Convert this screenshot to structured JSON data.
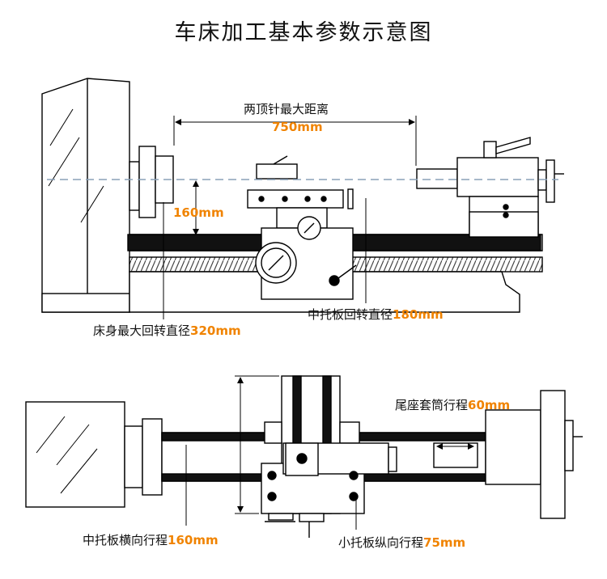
{
  "title": "车床加工基本参数示意图",
  "accent_color": "#f08300",
  "top_view": {
    "center_distance": {
      "label": "两顶针最大距离",
      "value": "750mm"
    },
    "center_height": {
      "value": "160mm"
    },
    "carriage_swing": {
      "label": "中托板回转直径",
      "value": "180mm"
    },
    "bed_swing": {
      "label": "床身最大回转直径",
      "value": "320mm"
    }
  },
  "bottom_view": {
    "tailstock_quill_travel": {
      "label": "尾座套筒行程",
      "value": "60mm"
    },
    "cross_slide_travel": {
      "label": "中托板横向行程",
      "value": "160mm"
    },
    "compound_slide_travel": {
      "label": "小托板纵向行程",
      "value": "75mm"
    }
  }
}
